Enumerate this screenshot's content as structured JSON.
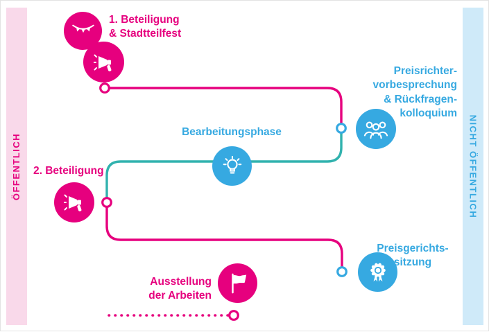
{
  "colors": {
    "pink": "#e6007e",
    "light_pink": "#f9d9ea",
    "blue": "#36a9e1",
    "light_blue": "#cfeaf9",
    "teal_connector": "#31b2ae",
    "background": "#ffffff"
  },
  "sidebars": {
    "left": {
      "label": "ÖFFENTLICH"
    },
    "right": {
      "label": "NICHT ÖFFENTLICH"
    }
  },
  "milestones": [
    {
      "id": "beteiligung-1",
      "zone": "öffentlich",
      "color": "pink",
      "lines": [
        "1. Beteiligung",
        "& Stadtteilfest"
      ],
      "icons": [
        "bunting-icon",
        "megaphone-icon"
      ]
    },
    {
      "id": "preisrichtervorbesprechung",
      "zone": "nicht öffentlich",
      "color": "blue",
      "lines": [
        "Preisrichter-",
        "vorbesprechung",
        "& Rückfragen-",
        "kolloquium"
      ],
      "icons": [
        "jury-people-icon"
      ]
    },
    {
      "id": "bearbeitungsphase",
      "zone": "nicht öffentlich",
      "color": "blue",
      "lines": [
        "Bearbeitungsphase"
      ],
      "icons": [
        "lightbulb-icon"
      ]
    },
    {
      "id": "beteiligung-2",
      "zone": "öffentlich",
      "color": "pink",
      "lines": [
        "2. Beteiligung"
      ],
      "icons": [
        "megaphone-icon"
      ]
    },
    {
      "id": "preisgerichtssitzung",
      "zone": "nicht öffentlich",
      "color": "blue",
      "lines": [
        "Preisgerichts-",
        "sitzung"
      ],
      "icons": [
        "award-medal-icon"
      ]
    },
    {
      "id": "ausstellung",
      "zone": "öffentlich",
      "color": "pink",
      "lines": [
        "Ausstellung",
        "der Arbeiten"
      ],
      "icons": [
        "flag-icon"
      ]
    }
  ]
}
